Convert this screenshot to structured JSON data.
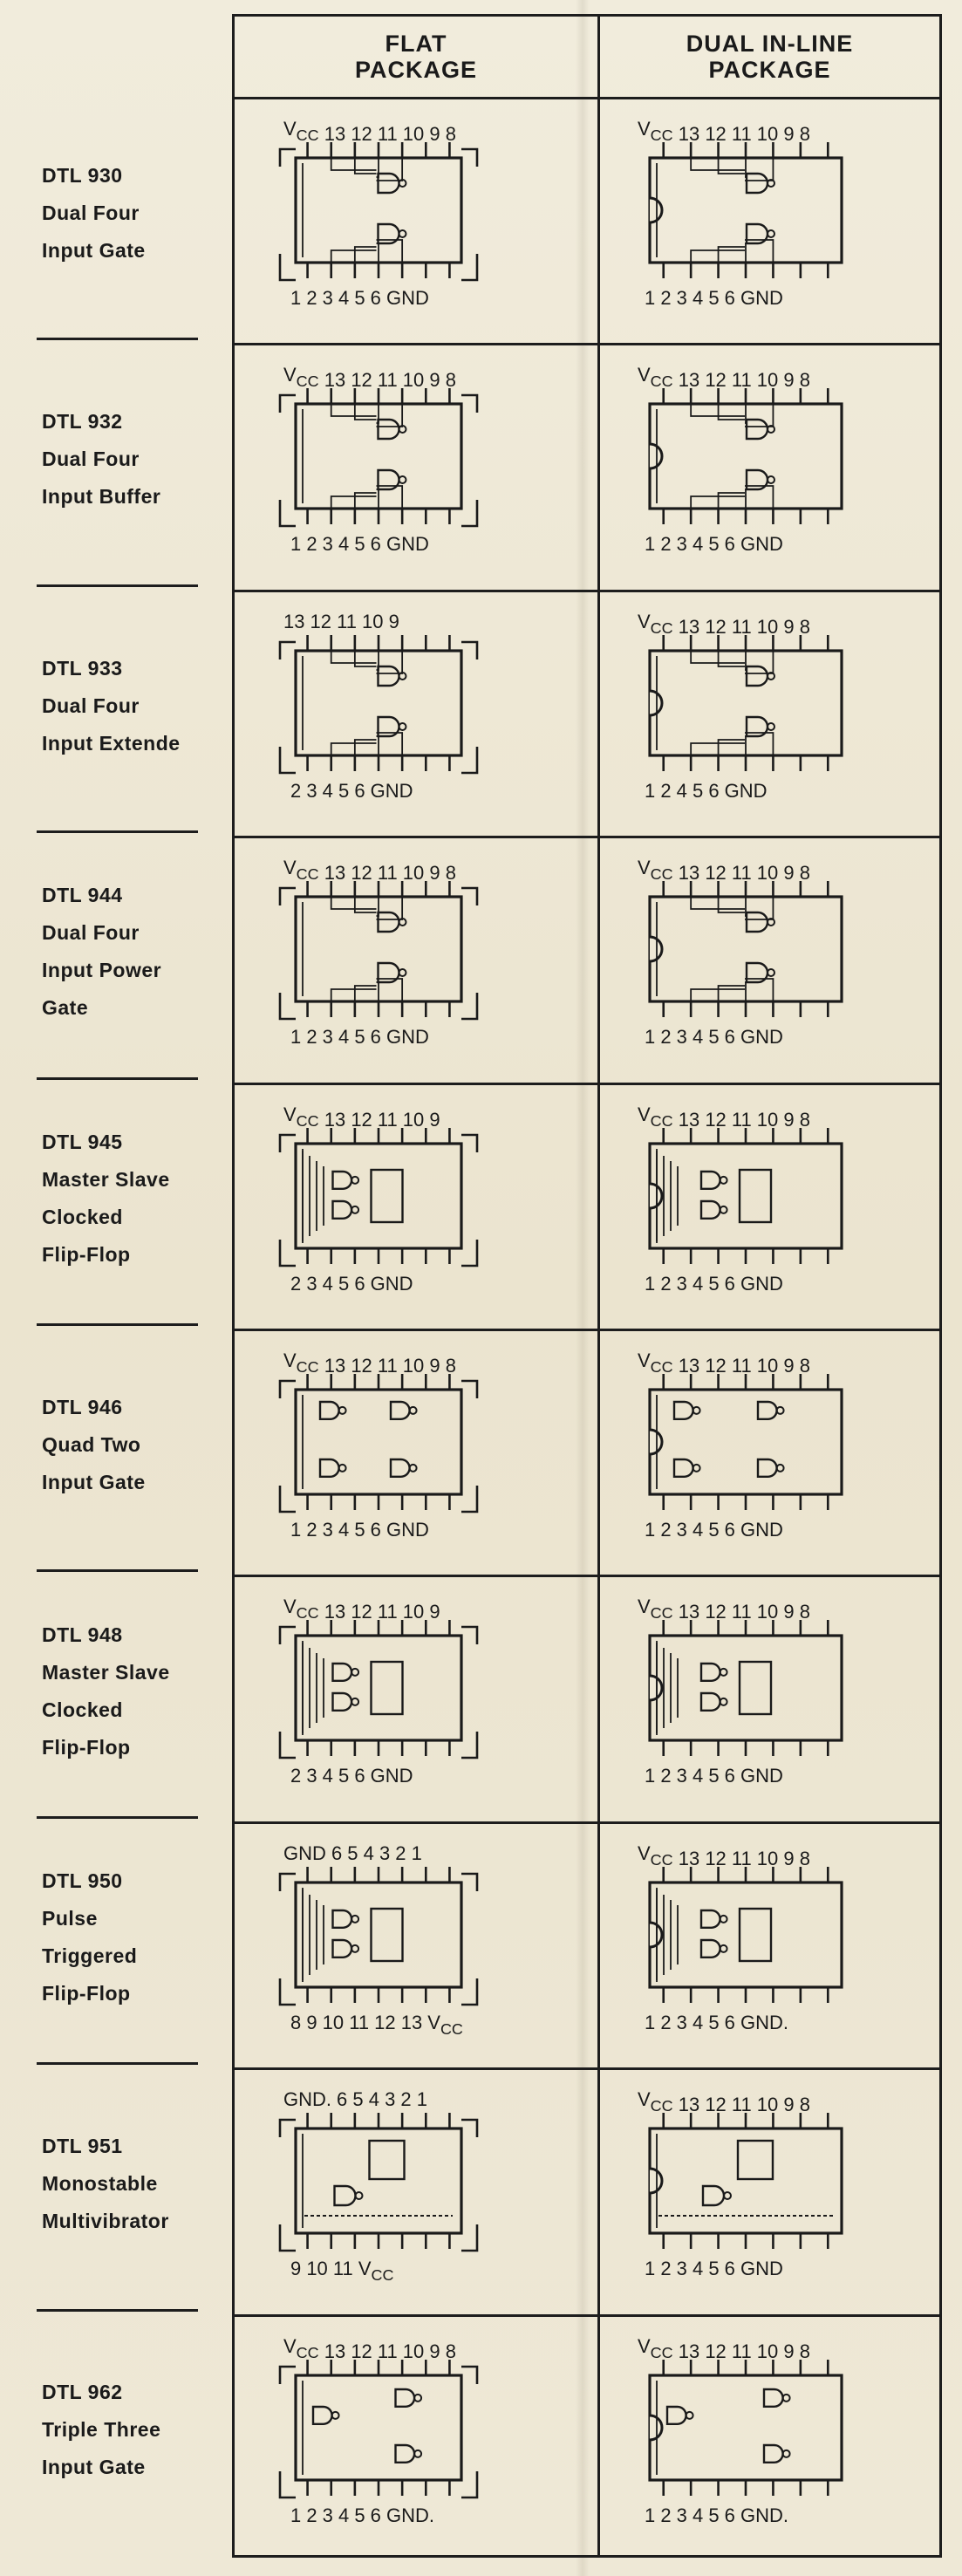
{
  "headers": {
    "flat": [
      "FLAT",
      "PACKAGE"
    ],
    "dip": [
      "DUAL IN-LINE",
      "PACKAGE"
    ]
  },
  "rows": [
    {
      "label": [
        "DTL 930",
        "Dual Four",
        "Input Gate"
      ],
      "flat": {
        "top": "V<sub>CC</sub> 13 12 11 10 9 8",
        "bottom": "1 2 3 4 5 6 GND"
      },
      "dip": {
        "top": "V<sub>CC</sub> 13 12 11 10 9 8",
        "bottom": "1 2 3 4 5 6 GND"
      }
    },
    {
      "label": [
        "DTL 932",
        "Dual Four",
        "Input Buffer"
      ],
      "flat": {
        "top": "V<sub>CC</sub> 13 12 11 10 9 8",
        "bottom": "1 2 3 4 5 6 GND"
      },
      "dip": {
        "top": "V<sub>CC</sub> 13 12 11 10 9 8",
        "bottom": "1 2 3 4 5 6 GND"
      }
    },
    {
      "label": [
        "DTL 933",
        "Dual Four",
        "Input Extende"
      ],
      "flat": {
        "top": "13 12 11 10 9",
        "bottom": "2 3 4 5 6 GND"
      },
      "dip": {
        "top": "V<sub>CC</sub> 13 12 11 10 9 8",
        "bottom": "1 2 4 5 6 GND"
      }
    },
    {
      "label": [
        "DTL 944",
        "Dual Four",
        "Input Power",
        "Gate"
      ],
      "flat": {
        "top": "V<sub>CC</sub> 13 12 11 10 9 8",
        "bottom": "1 2 3 4 5 6 GND"
      },
      "dip": {
        "top": "V<sub>CC</sub> 13 12 11 10 9 8",
        "bottom": "1 2 3 4 5 6 GND"
      }
    },
    {
      "label": [
        "DTL 945",
        "Master Slave",
        "Clocked",
        "Flip-Flop"
      ],
      "flat": {
        "top": "V<sub>CC</sub> 13 12 11 10 9",
        "bottom": "2 3 4 5 6 GND"
      },
      "dip": {
        "top": "V<sub>CC</sub> 13 12 11 10 9 8",
        "bottom": "1 2 3 4 5 6 GND"
      }
    },
    {
      "label": [
        "DTL 946",
        "Quad Two",
        "Input Gate"
      ],
      "flat": {
        "top": "V<sub>CC</sub> 13 12 11 10 9 8",
        "bottom": "1 2 3 4 5 6 GND"
      },
      "dip": {
        "top": "V<sub>CC</sub> 13 12 11 10 9 8",
        "bottom": "1 2 3 4 5 6 GND"
      }
    },
    {
      "label": [
        "DTL 948",
        "Master Slave",
        "Clocked",
        "Flip-Flop"
      ],
      "flat": {
        "top": "V<sub>CC</sub> 13 12 11 10 9",
        "bottom": "2 3 4 5 6 GND"
      },
      "dip": {
        "top": "V<sub>CC</sub> 13 12 11 10 9 8",
        "bottom": "1 2 3 4 5 6 GND"
      }
    },
    {
      "label": [
        "DTL 950",
        "Pulse",
        "Triggered",
        "Flip-Flop"
      ],
      "flat": {
        "top": "GND 6 5 4 3 2 1",
        "bottom": "8 9 10 11 12 13 V<sub>CC</sub>"
      },
      "dip": {
        "top": "V<sub>CC</sub> 13 12 11 10 9 8",
        "bottom": "1 2 3 4 5 6 GND."
      }
    },
    {
      "label": [
        "DTL 951",
        "Monostable",
        "Multivibrator"
      ],
      "flat": {
        "top": "GND. 6 5 4 3 2 1",
        "bottom": "9 10 11 V<sub>CC</sub>"
      },
      "dip": {
        "top": "V<sub>CC</sub> 13 12 11 10 9 8",
        "bottom": "1 2 3 4 5 6 GND"
      }
    },
    {
      "label": [
        "DTL 962",
        "Triple Three",
        "Input Gate"
      ],
      "flat": {
        "top": "V<sub>CC</sub> 13 12 11 10 9 8",
        "bottom": "1 2 3 4 5 6 GND."
      },
      "dip": {
        "top": "V<sub>CC</sub> 13 12 11 10 9 8",
        "bottom": "1 2 3 4 5 6 GND."
      }
    }
  ]
}
